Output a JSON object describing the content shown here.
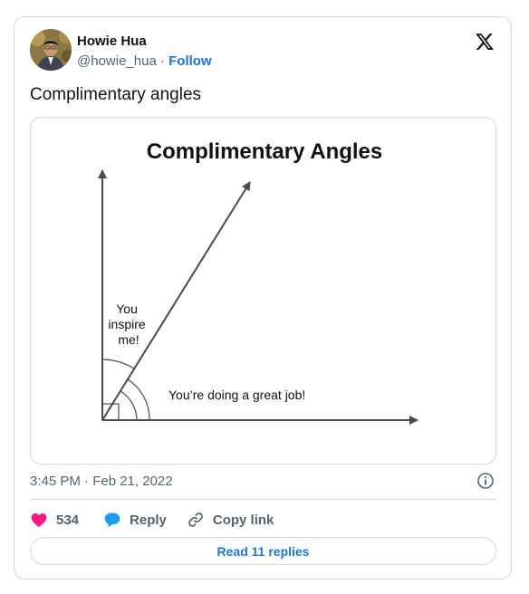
{
  "author": {
    "name": "Howie Hua",
    "handle": "@howie_hua",
    "separator": "·",
    "follow_label": "Follow"
  },
  "tweet": {
    "text": "Complimentary angles"
  },
  "image": {
    "title": "Complimentary Angles",
    "label_vertical_lines": [
      "You",
      "inspire",
      "me!"
    ],
    "label_horizontal": "You’re doing a great job!"
  },
  "meta": {
    "timestamp": "3:45 PM · Feb 21, 2022"
  },
  "actions": {
    "like_count": "534",
    "reply_label": "Reply",
    "copy_label": "Copy link"
  },
  "footer": {
    "read_replies_label": "Read 11 replies"
  },
  "icons": {
    "brand": "x-logo-icon",
    "info": "info-icon",
    "like": "heart-icon",
    "reply": "speech-bubble-icon",
    "copy": "link-icon"
  },
  "colors": {
    "link_blue": "#1d75d1",
    "heart": "#f91880",
    "reply_bubble": "#1d9bf0",
    "muted": "#536471",
    "border": "#cfd9de"
  }
}
